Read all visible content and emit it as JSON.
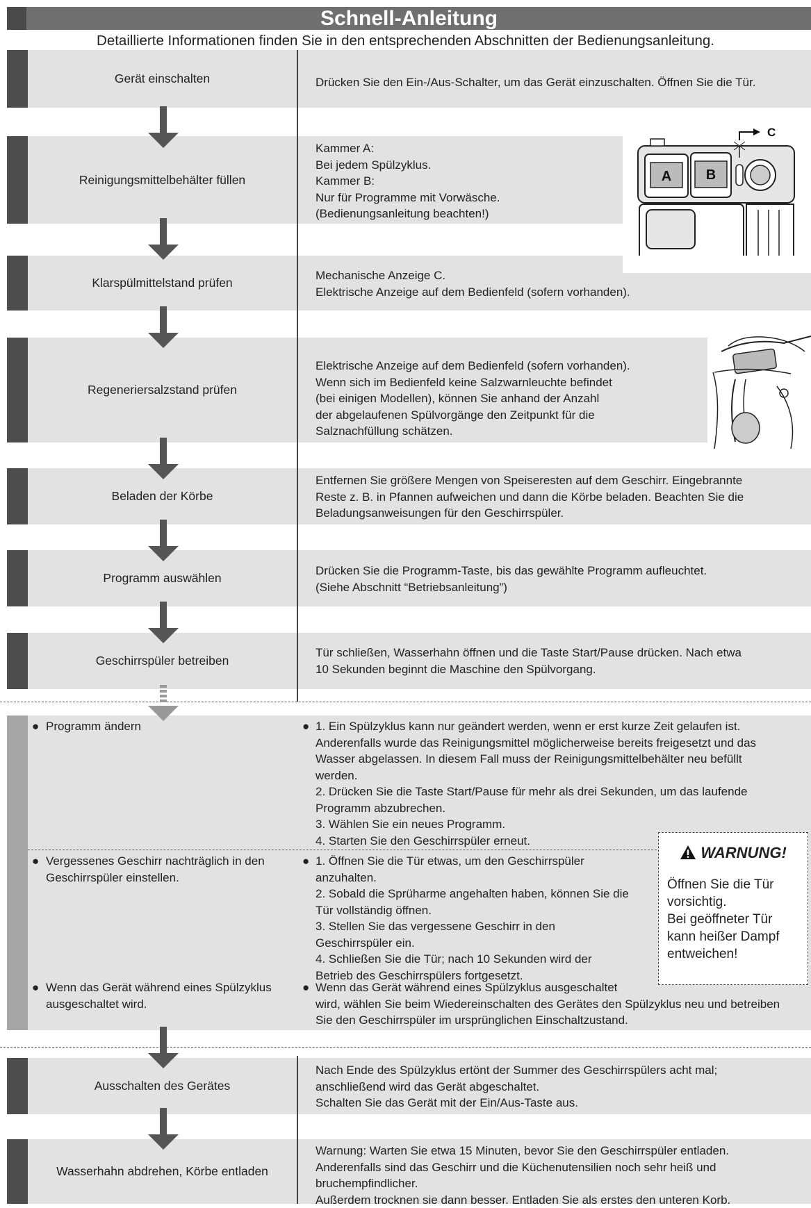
{
  "header": {
    "title": "Schnell-Anleitung",
    "subtitle": "Detaillierte Informationen finden Sie in den entsprechenden Abschnitten der Bedienungsanleitung."
  },
  "steps": [
    {
      "label": "Gerät einschalten",
      "text": "Drücken Sie den Ein-/Aus-Schalter, um das Gerät einzuschalten. Öffnen Sie die Tür."
    },
    {
      "label": "Reinigungsmittelbehälter füllen",
      "text": "Kammer A:\nBei jedem Spülzyklus.\nKammer B:\nNur für Programme mit Vorwäsche.\n(Bedienungsanleitung beachten!)"
    },
    {
      "label": "Klarspülmittelstand prüfen",
      "text": "Mechanische Anzeige C.\nElektrische Anzeige auf dem Bedienfeld (sofern vorhanden)."
    },
    {
      "label": "Regeneriersalzstand prüfen",
      "text": "Elektrische Anzeige auf dem Bedienfeld (sofern vorhanden).\nWenn sich im Bedienfeld keine Salzwarnleuchte befindet\n(bei einigen Modellen), können Sie anhand der Anzahl\nder abgelaufenen Spülvorgänge den Zeitpunkt für die\nSalznachfüllung schätzen."
    },
    {
      "label": "Beladen der Körbe",
      "text": "Entfernen Sie größere Mengen von Speiseresten auf dem Geschirr. Eingebrannte\nReste z. B. in Pfannen aufweichen und dann die Körbe beladen. Beachten Sie die\nBeladungsanweisungen für den Geschirrspüler."
    },
    {
      "label": "Programm auswählen",
      "text": "Drücken Sie die Programm-Taste, bis das gewählte Programm aufleuchtet.\n(Siehe Abschnitt “Betriebsanleitung”)"
    },
    {
      "label": "Geschirrspüler betreiben",
      "text": "Tür schließen, Wasserhahn öffnen und die Taste Start/Pause drücken. Nach etwa\n10 Sekunden beginnt die Maschine den Spülvorgang."
    },
    {
      "label": "Ausschalten des Gerätes",
      "text": "Nach Ende des Spülzyklus ertönt der Summer des Geschirrspülers acht mal;\nanschließend wird das Gerät abgeschaltet.\nSchalten Sie das Gerät mit der Ein/Aus-Taste aus."
    },
    {
      "label": "Wasserhahn abdrehen, Körbe entladen",
      "text": "Warnung: Warten Sie etwa 15 Minuten, bevor Sie den Geschirrspüler entladen.\nAnderenfalls sind das Geschirr und die Küchenutensilien noch sehr heiß und\nbruchempfindlicher.\nAußerdem trocknen sie dann besser. Entladen Sie als erstes den unteren Korb."
    }
  ],
  "dispenser": {
    "chamber_a": "A",
    "chamber_b": "B",
    "indicator": "C"
  },
  "special": {
    "bullet": "●",
    "items": [
      {
        "label": "Programm ändern",
        "text": "1. Ein Spülzyklus kann nur geändert werden, wenn er erst kurze Zeit gelaufen ist.\nAnderenfalls wurde das Reinigungsmittel möglicherweise bereits freigesetzt und das\nWasser abgelassen. In diesem Fall muss der Reinigungsmittelbehälter neu befüllt\nwerden.\n2. Drücken Sie die Taste Start/Pause für mehr als drei Sekunden, um das laufende\nProgramm abzubrechen.\n3. Wählen Sie ein neues Programm.\n4. Starten Sie den Geschirrspüler erneut."
      },
      {
        "label": "Vergessenes Geschirr nachträglich in den\nGeschirrspüler einstellen.",
        "text": "1. Öffnen Sie die Tür etwas, um den Geschirrspüler\nanzuhalten.\n2. Sobald die Sprüharme angehalten haben, können Sie die\nTür vollständig öffnen.\n3. Stellen Sie das vergessene Geschirr in den\nGeschirrspüler ein.\n4. Schließen Sie die Tür; nach 10 Sekunden wird der\nBetrieb des Geschirrspülers fortgesetzt."
      },
      {
        "label": "Wenn das Gerät während eines Spülzyklus\nausgeschaltet wird.",
        "text": "Wenn das Gerät während eines Spülzyklus ausgeschaltet\nwird, wählen Sie beim Wiedereinschalten des Gerätes den Spülzyklus neu und betreiben\nSie den Geschirrspüler im ursprünglichen Einschaltzustand."
      }
    ]
  },
  "warning": {
    "title": "WARNUNG!",
    "text": "Öffnen Sie die Tür\nvorsichtig.\nBei geöffneter Tür\nkann heißer Dampf\nentweichen!"
  }
}
